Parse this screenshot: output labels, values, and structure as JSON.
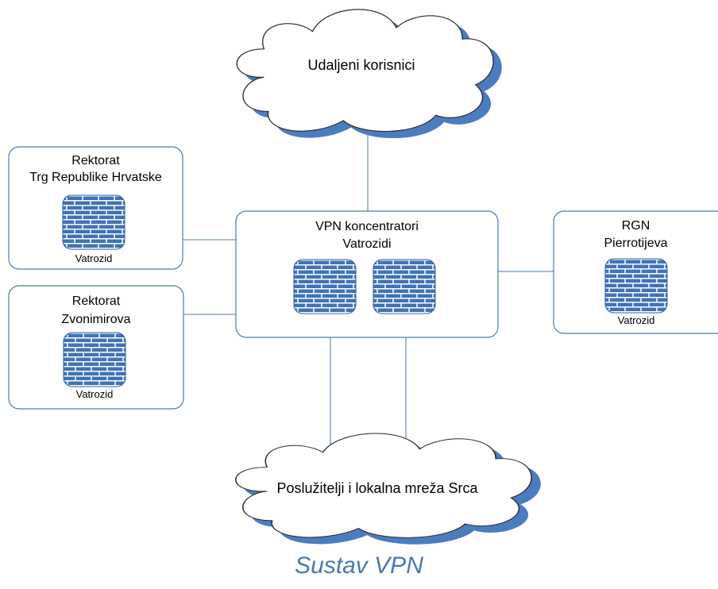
{
  "colors": {
    "box_border": "#4a7ab8",
    "connector": "#4a7ab8",
    "cloud_fill": "#ffffff",
    "cloud_shadow": "#4a7cc0",
    "firewall_fill": "#3f73b6",
    "firewall_mortar": "#ffffff",
    "caption": "#4a79ad"
  },
  "icons": {
    "firewall": "firewall-brick-wall-icon",
    "cloud": "cloud-shape"
  },
  "clouds": {
    "top": {
      "label": "Udaljeni korisnici"
    },
    "bottom": {
      "label": "Poslužitelji i lokalna mreža Srca"
    }
  },
  "nodes": {
    "rektorat_trg": {
      "title_line1": "Rektorat",
      "title_line2": "Trg Republike Hrvatske",
      "firewall_label": "Vatrozid"
    },
    "rektorat_zvonimirova": {
      "title_line1": "Rektorat",
      "title_line2": "Zvonimirova",
      "firewall_label": "Vatrozid"
    },
    "vpn_center": {
      "title_line1": "VPN koncentratori",
      "title_line2": "Vatrozidi"
    },
    "rgn": {
      "title_line1": "RGN",
      "title_line2": "Pierrotijeva",
      "firewall_label": "Vatrozid"
    }
  },
  "caption": "Sustav VPN"
}
